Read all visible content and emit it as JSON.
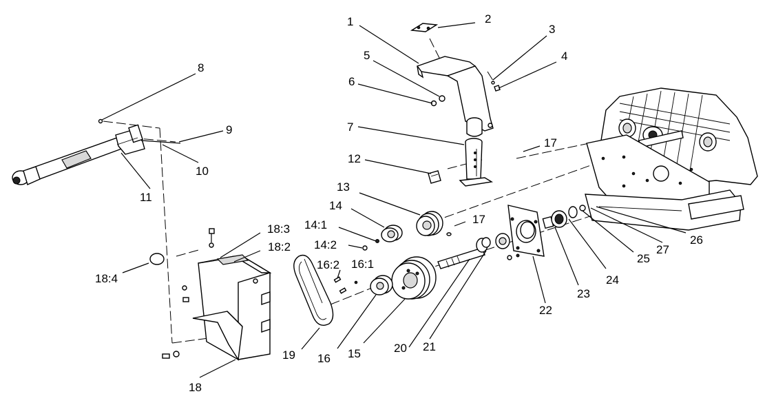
{
  "callouts": {
    "c1": "1",
    "c2": "2",
    "c3": "3",
    "c4": "4",
    "c5": "5",
    "c6": "6",
    "c7": "7",
    "c8": "8",
    "c9": "9",
    "c10": "10",
    "c11": "11",
    "c12": "12",
    "c13": "13",
    "c14": "14",
    "c14_1": "14:1",
    "c14_2": "14:2",
    "c15": "15",
    "c16": "16",
    "c16_1": "16:1",
    "c16_2": "16:2",
    "c17a": "17",
    "c17b": "17",
    "c18": "18",
    "c18_2": "18:2",
    "c18_3": "18:3",
    "c18_4": "18:4",
    "c19": "19",
    "c20": "20",
    "c21": "21",
    "c22": "22",
    "c23": "23",
    "c24": "24",
    "c25": "25",
    "c26": "26",
    "c27": "27"
  }
}
